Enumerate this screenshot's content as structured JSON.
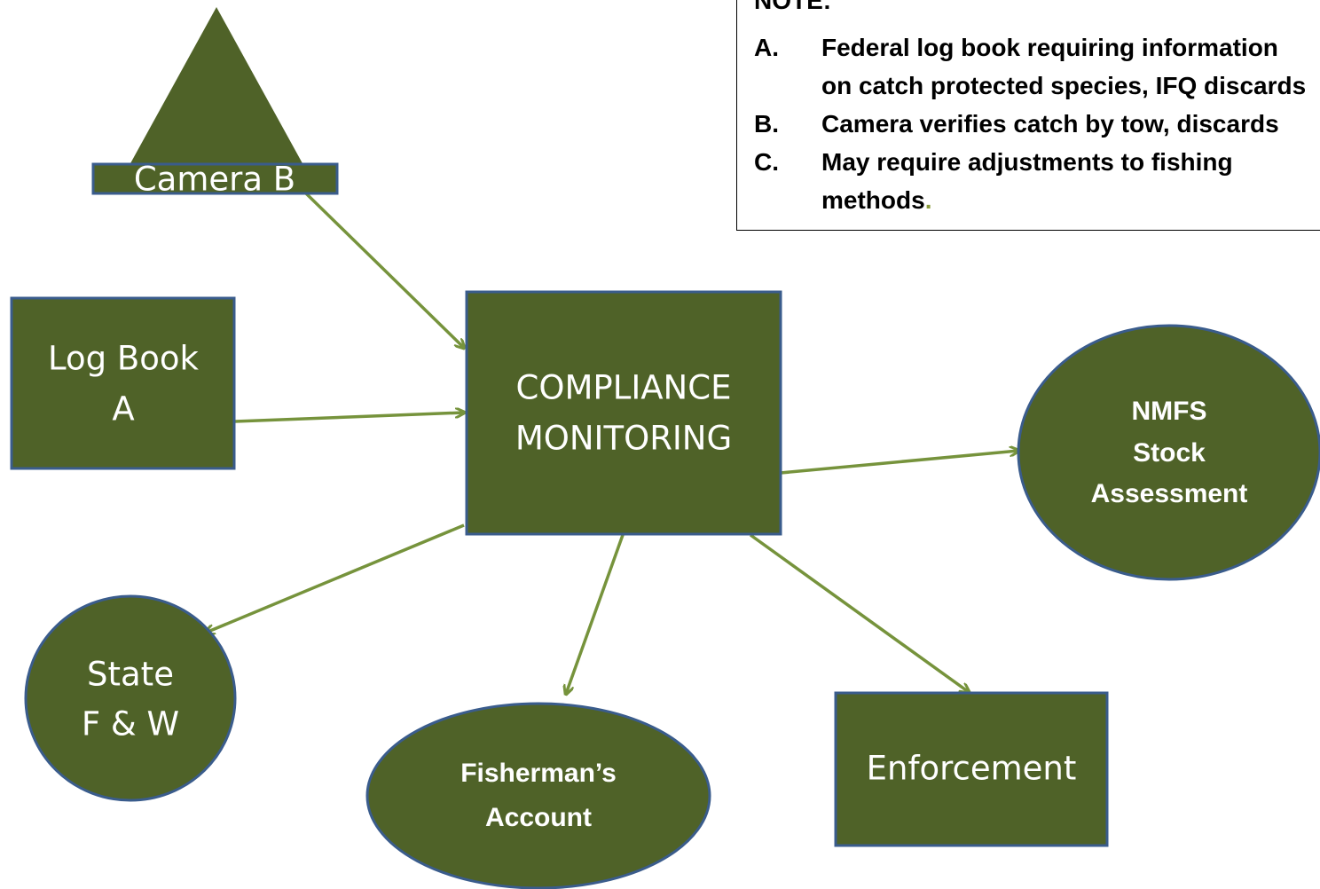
{
  "nodes": {
    "camera": "Camera B",
    "logbook_line1": "Log Book",
    "logbook_line2": "A",
    "compliance_line1": "COMPLIANCE",
    "compliance_line2": "MONITORING",
    "nmfs_line1": "NMFS",
    "nmfs_line2": "Stock",
    "nmfs_line3": "Assessment",
    "state_line1": "State",
    "state_line2": "F & W",
    "fisherman_line1": "Fisherman’s",
    "fisherman_line2": "Account",
    "enforcement": "Enforcement"
  },
  "note": {
    "title": "NOTE:",
    "items": [
      {
        "letter": "A.",
        "text": "Federal log book requiring information",
        "continuation": "on catch protected species, IFQ discards"
      },
      {
        "letter": "B.",
        "text": "Camera verifies catch by tow, discards"
      },
      {
        "letter": "C.",
        "text": "May require adjustments to fishing",
        "continuation": "methods",
        "period": "."
      }
    ]
  },
  "colors": {
    "node_fill": "#4f6228",
    "node_border": "#3a5c8c",
    "arrow": "#76933c",
    "text": "#ffffff"
  }
}
